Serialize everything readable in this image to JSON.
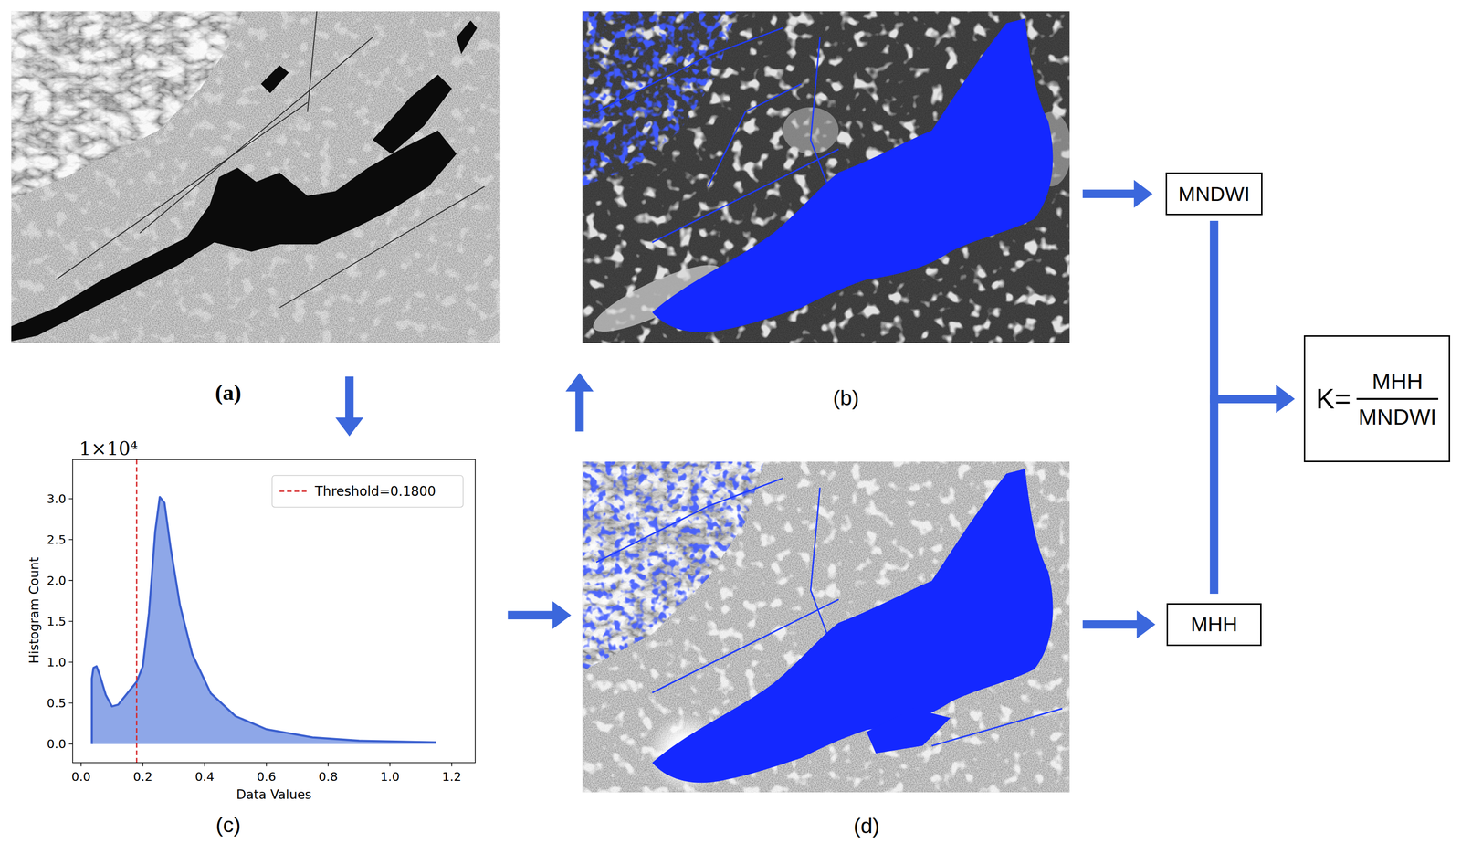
{
  "diagram": {
    "nodes": [
      {
        "text": [
          "(a)"
        ]
      },
      {
        "text": [
          "(b)"
        ]
      },
      {
        "text": [
          "MNDWI"
        ]
      },
      {
        "text": [
          "K=",
          "MHH",
          "MNDWI"
        ]
      },
      {
        "text": [
          "(c)"
        ]
      },
      {
        "text": [
          "(d)"
        ]
      },
      {
        "text": [
          "MHH"
        ]
      }
    ],
    "edges": [
      {
        "from": 0,
        "to": 4,
        "arrow": "to"
      },
      {
        "from": 4,
        "to": 5,
        "arrow": "to"
      },
      {
        "from": 5,
        "to": 1,
        "arrow": "to"
      },
      {
        "from": 1,
        "to": 2,
        "arrow": "to"
      },
      {
        "from": 5,
        "to": 6,
        "arrow": "to"
      },
      {
        "from": 2,
        "to": 3,
        "arrow": "to"
      },
      {
        "from": 6,
        "to": 3,
        "arrow": "to"
      }
    ],
    "labels": [
      "1×10⁴",
      "3.0",
      "2.5",
      "2.0",
      "1.5",
      "1.0",
      "0.5",
      "0.0",
      "0.0",
      "0.2",
      "0.4",
      "0.6",
      "0.8",
      "1.0",
      "1.2",
      "Histogram Count",
      "Data Values"
    ],
    "legend": [
      {
        "text": "Threshold=0.1800"
      }
    ]
  }
}
